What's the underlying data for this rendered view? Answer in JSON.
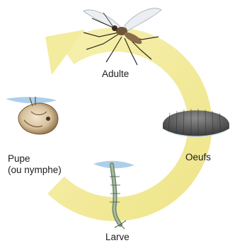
{
  "diagram": {
    "stages": {
      "adult": "Adulte",
      "eggs": "Oeufs",
      "larva": "Larve",
      "pupa_line1": "Pupe",
      "pupa_line2": "(ou nymphe)"
    }
  },
  "colors": {
    "cycle_arrow": "#f3ec9e",
    "water": "#9dc7e6",
    "eggs": "#5a5a5a",
    "mosquito_body": "#8a6c4a",
    "pupa_body": "#d8c8ac"
  }
}
